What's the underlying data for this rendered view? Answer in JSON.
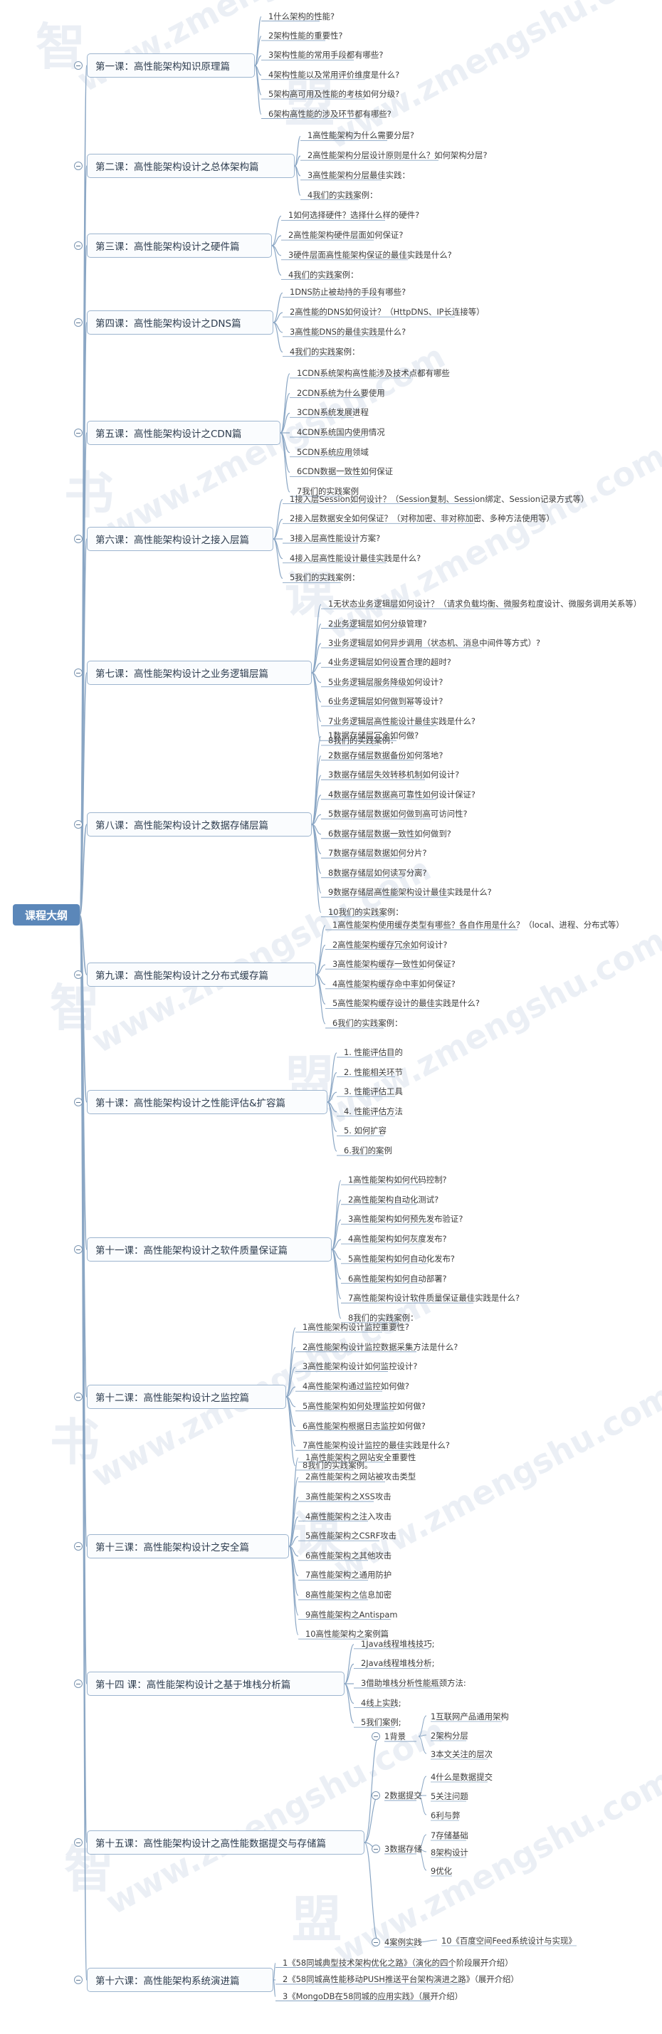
{
  "root": "课程大纲",
  "watermark": {
    "text": "www.zmengshu.com",
    "chars": [
      "智",
      "盟",
      "书",
      "课"
    ]
  },
  "colors": {
    "root_bg": "#5b87b9",
    "line": "#8aa6c4",
    "branch_border": "#9db5cf",
    "watermark": "#d8e1ec"
  },
  "branches": [
    {
      "title": "第一课：高性能架构知识原理篇",
      "items": [
        "1什么架构的性能?",
        "2架构性能的重要性?",
        "3架构性能的常用手段都有哪些?",
        "4架构性能以及常用评价维度是什么?",
        "5架构高可用及性能的考核如何分级?",
        "6架构高性能的涉及环节都有哪些?"
      ]
    },
    {
      "title": "第二课：高性能架构设计之总体架构篇",
      "items": [
        "1高性能架构为什么需要分层?",
        "2高性能架构分层设计原则是什么？如何架构分层?",
        "3高性能架构分层最佳实践：",
        "4我们的实践案例："
      ]
    },
    {
      "title": "第三课：高性能架构设计之硬件篇",
      "items": [
        "1如何选择硬件？选择什么样的硬件?",
        "2高性能架构硬件层面如何保证?",
        "3硬件层面高性能架构保证的最佳实践是什么?",
        "4我们的实践案例："
      ]
    },
    {
      "title": "第四课：高性能架构设计之DNS篇",
      "items": [
        "1DNS防止被劫持的手段有哪些?",
        "2高性能的DNS如何设计？（HttpDNS、IP长连接等）",
        "3高性能DNS的最佳实践是什么?",
        "4我们的实践案例："
      ]
    },
    {
      "title": "第五课：高性能架构设计之CDN篇",
      "items": [
        "1CDN系统架构高性能涉及技术点都有哪些",
        "2CDN系统为什么要使用",
        "3CDN系统发展进程",
        "4CDN系统国内使用情况",
        "5CDN系统应用领域",
        "6CDN数据一致性如何保证",
        "7我们的实践案例"
      ]
    },
    {
      "title": "第六课：高性能架构设计之接入层篇",
      "items": [
        "1接入层Session如何设计？（Session复制、Session绑定、Session记录方式等）",
        "2接入层数据安全如何保证？（对称加密、非对称加密、多种方法使用等）",
        "3接入层高性能设计方案?",
        "4接入层高性能设计最佳实践是什么?",
        "5我们的实践案例："
      ]
    },
    {
      "title": "第七课：高性能架构设计之业务逻辑层篇",
      "items": [
        "1无状态业务逻辑层如何设计？（请求负载均衡、微服务粒度设计、微服务调用关系等）",
        "2业务逻辑层如何分级管理?",
        "3业务逻辑层如何异步调用（状态机、消息中间件等方式）?",
        "4业务逻辑层如何设置合理的超时?",
        "5业务逻辑层服务降级如何设计?",
        "6业务逻辑层如何做到幂等设计?",
        "7业务逻辑层高性能设计最佳实践是什么?",
        "8我们的实践案例："
      ]
    },
    {
      "title": "第八课：高性能架构设计之数据存储层篇",
      "items": [
        "1数据存储层冗余如何做?",
        "2数据存储层数据备份如何落地?",
        "3数据存储层失效转移机制如何设计?",
        "4数据存储层数据高可靠性如何设计保证?",
        "5数据存储层数据如何做到高可访问性?",
        "6数据存储层数据一致性如何做到?",
        "7数据存储层数据如何分片?",
        "8数据存储层如何读写分离?",
        "9数据存储层高性能架构设计最佳实践是什么?",
        "10我们的实践案例："
      ]
    },
    {
      "title": "第九课：高性能架构设计之分布式缓存篇",
      "items": [
        "1高性能架构使用缓存类型有哪些？各自作用是什么？（local、进程、分布式等）",
        "2高性能架构缓存冗余如何设计?",
        "3高性能架构缓存一致性如何保证?",
        "4高性能架构缓存命中率如何保证?",
        "5高性能架构缓存设计的最佳实践是什么?",
        "6我们的实践案例："
      ]
    },
    {
      "title": "第十课：高性能架构设计之性能评估&扩容篇",
      "items": [
        "1. 性能评估目的",
        "2. 性能相关环节",
        "3. 性能评估工具",
        "4. 性能评估方法",
        "5. 如何扩容",
        "6.我们的案例"
      ]
    },
    {
      "title": "第十一课：高性能架构设计之软件质量保证篇",
      "items": [
        "1高性能架构如何代码控制?",
        "2高性能架构自动化测试?",
        "3高性能架构如何预先发布验证?",
        "4高性能架构如何灰度发布?",
        "5高性能架构如何自动化发布?",
        "6高性能架构如何自动部署?",
        "7高性能架构设计软件质量保证最佳实践是什么?",
        "8我们的实践案例："
      ]
    },
    {
      "title": "第十二课：高性能架构设计之监控篇",
      "items": [
        "1高性能架构设计监控重要性?",
        "2高性能架构设计监控数据采集方法是什么?",
        "3高性能架构设计如何监控设计?",
        "4高性能架构通过监控如何做?",
        "5高性能架构如何处理监控如何做?",
        "6高性能架构根据日志监控如何做?",
        "7高性能架构设计监控的最佳实践是什么?",
        "8我们的实践案例。"
      ]
    },
    {
      "title": "第十三课：高性能架构设计之安全篇",
      "items": [
        "1高性能架构之网站安全重要性",
        "2高性能架构之网站被攻击类型",
        "3高性能架构之XSS攻击",
        "4高性能架构之注入攻击",
        "5高性能架构之CSRF攻击",
        "6高性能架构之其他攻击",
        "7高性能架构之通用防护",
        "8高性能架构之信息加密",
        "9高性能架构之Antispam",
        "10高性能架构之案例篇"
      ]
    },
    {
      "title": "第十四 课：高性能架构设计之基于堆栈分析篇",
      "items": [
        "1Java线程堆栈技巧;",
        "2Java线程堆栈分析;",
        "3借助堆栈分析性能瓶颈方法:",
        "4线上实践;",
        "5我们案例;"
      ]
    },
    {
      "title": "第十五课：高性能架构设计之高性能数据提交与存储篇",
      "groups": [
        {
          "label": "1背景",
          "items": [
            "1互联网产品通用架构",
            "2架构分层",
            "3本文关注的层次"
          ]
        },
        {
          "label": "2数据提交",
          "items": [
            "4什么是数据提交",
            "5关注问题",
            "6利与弊"
          ]
        },
        {
          "label": "3数据存储",
          "items": [
            "7存储基础",
            "8架构设计",
            "9优化"
          ]
        },
        {
          "label": "4案例实践",
          "items": [
            "10《百度空间Feed系统设计与实现》"
          ]
        }
      ]
    },
    {
      "title": "第十六课：高性能架构系统演进篇",
      "items": [
        "1《58同城典型技术架构优化之路》（演化的四个阶段展开介绍）",
        "2《58同城高性能移动PUSH推送平台架构演进之路》（展开介绍）",
        "3《MongoDB在58同城的应用实践》（展开介绍）"
      ]
    }
  ]
}
